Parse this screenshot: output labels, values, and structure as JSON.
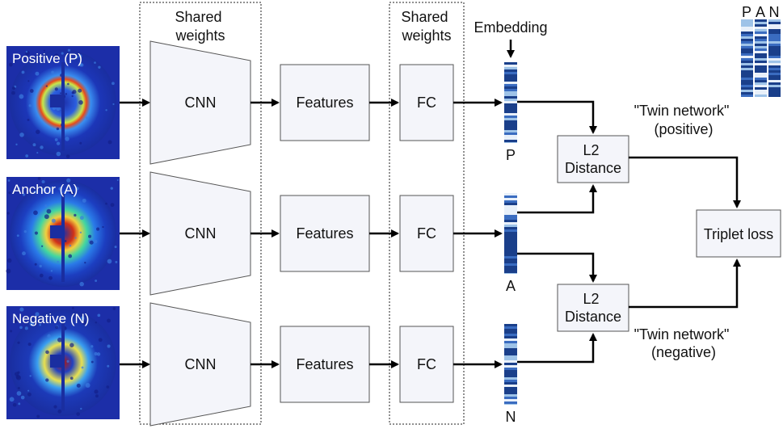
{
  "shared_weights_cnn": "Shared\nweights",
  "shared_weights_fc": "Shared\nweights",
  "embedding_label": "Embedding",
  "rows": [
    {
      "image_label": "Positive (P)",
      "cnn": "CNN",
      "features": "Features",
      "fc": "FC",
      "embed_letter": "P"
    },
    {
      "image_label": "Anchor (A)",
      "cnn": "CNN",
      "features": "Features",
      "fc": "FC",
      "embed_letter": "A"
    },
    {
      "image_label": "Negative (N)",
      "cnn": "CNN",
      "features": "Features",
      "fc": "FC",
      "embed_letter": "N"
    }
  ],
  "l2_top": "L2\nDistance",
  "l2_bottom": "L2\nDistance",
  "twin_positive": "\"Twin network\"\n(positive)",
  "twin_negative": "\"Twin network\"\n(negative)",
  "triplet_loss": "Triplet loss",
  "legend_letters": [
    "P",
    "A",
    "N"
  ],
  "colors": {
    "embedding_dark": "#1a3f8a",
    "embedding_light": "#9ec3e8",
    "image_bg": "#1c2ea8"
  }
}
